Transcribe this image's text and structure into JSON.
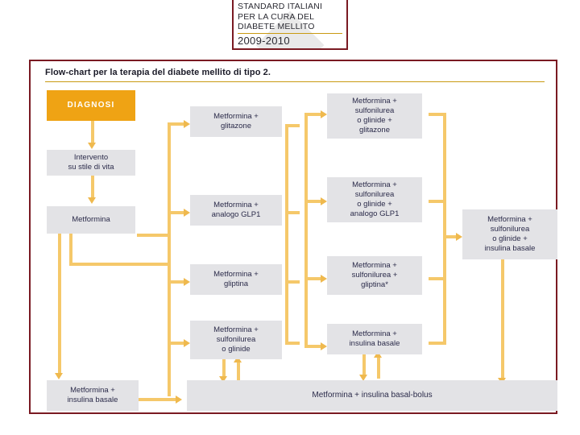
{
  "banner": {
    "line1": "STANDARD ITALIANI",
    "line2": "PER LA CURA DEL",
    "line3": "DIABETE MELLITO",
    "year": "2009-2010"
  },
  "chart": {
    "title": "Flow-chart per la terapia del diabete mellito di tipo 2.",
    "nodes": {
      "diagnosi": "DIAGNOSI",
      "intervento": "Intervento\nsu stile di vita",
      "metformina": "Metformina",
      "met_insulina_basale_left": "Metformina +\ninsulina basale",
      "col2_glitazone": "Metformina +\nglitazone",
      "col2_glp1": "Metformina +\nanalogo GLP1",
      "col2_gliptina": "Metformina +\ngliptina",
      "col2_sulfo": "Metformina +\nsulfonilurea\no glinide",
      "col3_glitazone": "Metformina +\nsulfonilurea\no glinide +\nglitazone",
      "col3_glp1": "Metformina +\nsulfonilurea\no glinide +\nanalogo GLP1",
      "col3_gliptina": "Metformina +\nsulfonilurea +\ngliptina*",
      "col3_insulina": "Metformina +\ninsulina basale",
      "col4_insulina": "Metformina +\nsulfonilurea\no glinide +\ninsulina basale",
      "bottom_bar": "Metformina + insulina basal-bolus"
    }
  },
  "colors": {
    "accent_orange": "#efa314",
    "connector": "#f5c86a",
    "node_bg": "#e3e3e6",
    "frame_border": "#7a1a22",
    "rule": "#c99a12",
    "text": "#2b2b4a"
  }
}
